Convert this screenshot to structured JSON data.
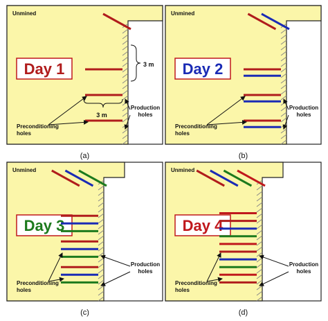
{
  "colors": {
    "rock": "#fbf6a9",
    "border": "#222222",
    "day1": "#b01c1c",
    "day2": "#1a2bb5",
    "day3": "#1d7a1d",
    "day4": "#c0181c",
    "box_border": "#c0181c",
    "hatch": "#888888"
  },
  "panels": [
    {
      "id": "a",
      "caption": "(a)",
      "unmined_label": "Unmined",
      "day_label": "Day 1",
      "day_color": "#b01c1c",
      "spacing_label_vertical": "3 m",
      "spacing_label_horizontal": "3 m",
      "preconditioning_label": [
        "Preconditioning",
        "holes"
      ],
      "production_label": [
        "Production",
        "holes"
      ],
      "face_step": 0,
      "holes": [
        {
          "level": 0,
          "color": "#b01c1c",
          "angled": true
        },
        {
          "level": 1,
          "color": "#b01c1c"
        },
        {
          "level": 2,
          "color": "#b01c1c"
        },
        {
          "level": 3,
          "color": "#b01c1c"
        }
      ]
    },
    {
      "id": "b",
      "caption": "(b)",
      "unmined_label": "Unmined",
      "day_label": "Day 2",
      "day_color": "#1a2bb5",
      "preconditioning_label": [
        "Preconditioning",
        "holes"
      ],
      "production_label": [
        "Production",
        "holes"
      ],
      "face_step": 0,
      "holes": [
        {
          "level": 0,
          "color": "#1a2bb5",
          "angled": true
        },
        {
          "level": 0,
          "color": "#b01c1c",
          "angled": true,
          "offset": 1
        },
        {
          "level": 1,
          "color": "#b01c1c"
        },
        {
          "level": 1.25,
          "color": "#1a2bb5"
        },
        {
          "level": 2,
          "color": "#b01c1c"
        },
        {
          "level": 2.25,
          "color": "#1a2bb5"
        },
        {
          "level": 3,
          "color": "#b01c1c"
        },
        {
          "level": 3.25,
          "color": "#1a2bb5"
        }
      ]
    },
    {
      "id": "c",
      "caption": "(c)",
      "unmined_label": "Unmined",
      "day_label": "Day 3",
      "day_color": "#1d7a1d",
      "preconditioning_label": [
        "Preconditioning",
        "holes"
      ],
      "production_label": [
        "Production",
        "holes"
      ],
      "face_step": 1,
      "holes": [
        {
          "level": 0,
          "color": "#1d7a1d",
          "angled": true
        },
        {
          "level": 0,
          "color": "#1a2bb5",
          "angled": true,
          "offset": 1
        },
        {
          "level": 0,
          "color": "#b01c1c",
          "angled": true,
          "offset": 2
        },
        {
          "level": 0.6,
          "color": "#b01c1c"
        },
        {
          "level": 0.9,
          "color": "#1a2bb5"
        },
        {
          "level": 1.2,
          "color": "#1d7a1d"
        },
        {
          "level": 1.6,
          "color": "#b01c1c"
        },
        {
          "level": 1.9,
          "color": "#1a2bb5"
        },
        {
          "level": 2.2,
          "color": "#1d7a1d"
        },
        {
          "level": 2.6,
          "color": "#b01c1c"
        },
        {
          "level": 2.9,
          "color": "#1a2bb5"
        },
        {
          "level": 3.2,
          "color": "#1d7a1d"
        }
      ]
    },
    {
      "id": "d",
      "caption": "(d)",
      "unmined_label": "Unmined",
      "day_label": "Day 4",
      "day_color": "#c0181c",
      "preconditioning_label": [
        "Preconditioning",
        "holes"
      ],
      "production_label": [
        "Production",
        "holes"
      ],
      "face_step": 1,
      "holes": [
        {
          "level": 0,
          "color": "#c0181c",
          "angled": true
        },
        {
          "level": 0,
          "color": "#1d7a1d",
          "angled": true,
          "offset": 1
        },
        {
          "level": 0,
          "color": "#1a2bb5",
          "angled": true,
          "offset": 2
        },
        {
          "level": 0,
          "color": "#b01c1c",
          "angled": true,
          "offset": 3
        },
        {
          "level": 0.5,
          "color": "#c0181c"
        },
        {
          "level": 0.8,
          "color": "#b01c1c"
        },
        {
          "level": 1.1,
          "color": "#1a2bb5"
        },
        {
          "level": 1.4,
          "color": "#1d7a1d"
        },
        {
          "level": 1.7,
          "color": "#c0181c"
        },
        {
          "level": 2.0,
          "color": "#b01c1c"
        },
        {
          "level": 2.3,
          "color": "#1a2bb5"
        },
        {
          "level": 2.6,
          "color": "#1d7a1d"
        },
        {
          "level": 2.9,
          "color": "#c0181c"
        },
        {
          "level": 3.2,
          "color": "#b01c1c"
        }
      ]
    }
  ]
}
